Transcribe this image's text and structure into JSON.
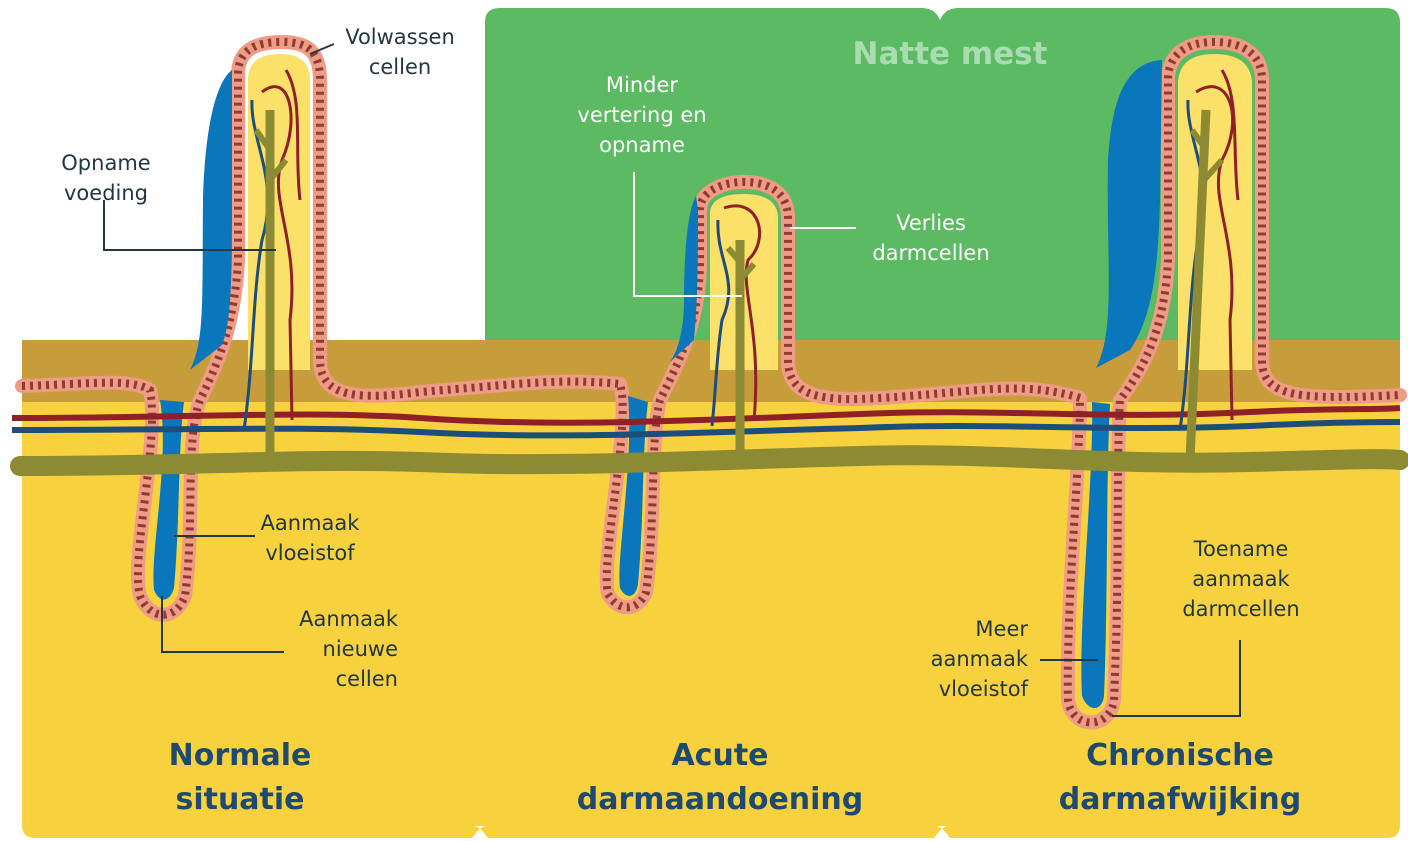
{
  "banner": "Natte mest",
  "panels": {
    "normal": "Normale\nsituatie",
    "acute": "Acute\ndarmaandoening",
    "chronic": "Chronische\ndarmafwijking"
  },
  "labels": {
    "volwassen": "Volwassen\ncellen",
    "opname_voeding": "Opname\nvoeding",
    "aanmaak_vloeistof": "Aanmaak\nvloeistof",
    "aanmaak_nieuwe": "Aanmaak\nnieuwe\ncellen",
    "minder_vertering": "Minder\nvertering en\nopname",
    "verlies": "Verlies\ndarmcellen",
    "toename": "Toename\naanmaak\ndarmcellen",
    "meer_aanmaak": "Meer\naanmaak\nvloeistof"
  },
  "colors": {
    "tissue_yellow": "#f8d23e",
    "muscle_tan": "#c79d3c",
    "background_green": "#5cba63",
    "mucus_blue": "#0a76bc",
    "cell_pink": "#ef9c86",
    "artery_red": "#8f2027",
    "vein_blue": "#1d4e7a",
    "lymph_olive": "#8d8a34",
    "title_navy": "#1d4a6e"
  }
}
